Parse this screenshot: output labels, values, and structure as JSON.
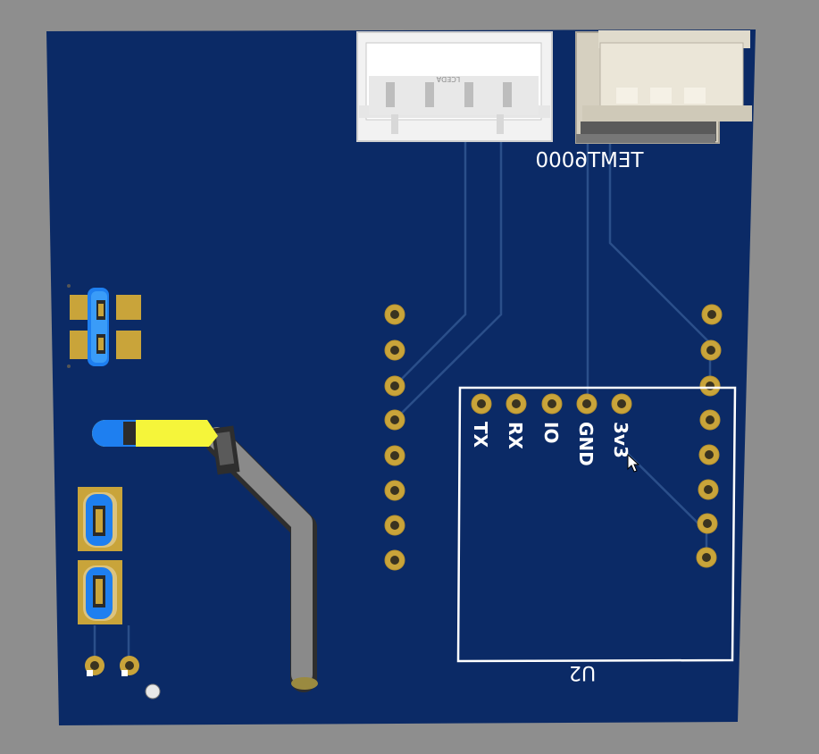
{
  "board": {
    "colors": {
      "background": "#8e8e8e",
      "board": "#0b2a66",
      "trace": "#2b4f8a",
      "pad_gold": "#c9a43a",
      "pad_hole": "#3a3320",
      "silkscreen": "#ffffff",
      "connector_white": "#f2f2f2",
      "connector_beige": "#d6d0c0",
      "solder_blue": "#1e7ff0",
      "highlight_yellow": "#f5f53a",
      "wire_gray": "#8a8a8a"
    }
  },
  "labels": {
    "sensor_connector": "TEMT6000",
    "connector_small": "LCEDA",
    "module_ref": "U2",
    "pin_tx": "TX",
    "pin_rx": "RX",
    "pin_io": "IO",
    "pin_gnd": "GND",
    "pin_3v3": "3v3"
  },
  "icons": {
    "cursor": "mouse-pointer-icon"
  }
}
